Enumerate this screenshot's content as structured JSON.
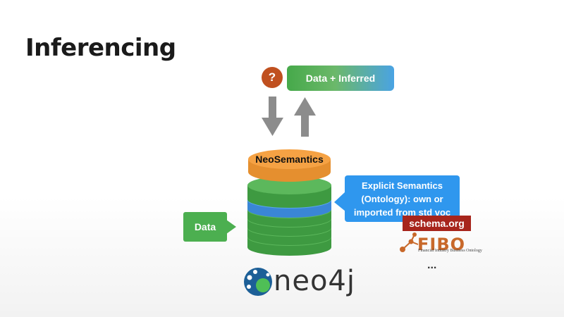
{
  "slide": {
    "title": "Inferencing"
  },
  "diagram": {
    "question_mark": "?",
    "output_label": "Data + Inferred",
    "layer_label": "NeoSemantics",
    "data_label": "Data",
    "callout_lines": [
      "Explicit Semantics",
      "(Ontology): own or",
      "imported from std voc"
    ],
    "ellipsis": "..."
  },
  "logos": {
    "schema": "schema.org",
    "fibo": "FIBO",
    "fibo_subtitle": "Financial Industry Business Ontology",
    "neo4j": "neo4j"
  },
  "colors": {
    "green": "#4caf50",
    "orange": "#f5a244",
    "blue": "#2f97ee",
    "question": "#c0501f",
    "schema_bg": "#a7251c"
  }
}
